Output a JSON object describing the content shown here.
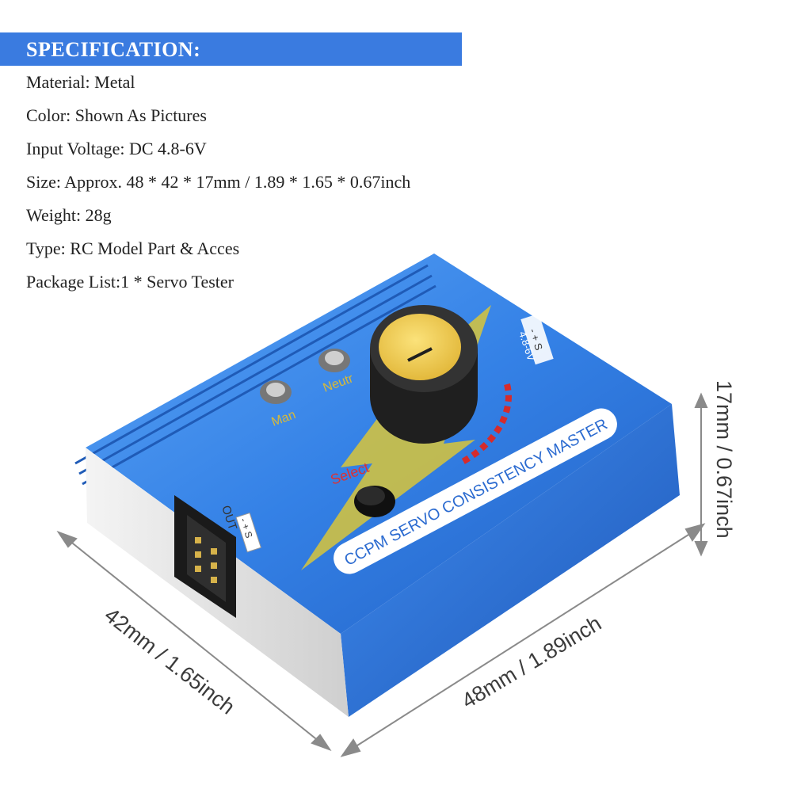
{
  "specification": {
    "heading": "SPECIFICATION:",
    "lines": [
      "Material: Metal",
      "Color: Shown As Pictures",
      "Input Voltage: DC 4.8-6V",
      "Size: Approx. 48 * 42 * 17mm / 1.89 * 1.65 * 0.67inch",
      "Weight: 28g",
      "Type: RC Model Part & Acces",
      "Package List:1 * Servo Tester"
    ]
  },
  "device": {
    "brand_label": "CCPM SERVO CONSISTENCY MASTER",
    "select_label": "Select",
    "led_man_label": "Man",
    "led_neutral_label": "Neutr",
    "port_label": "OUT",
    "power_label": "4.8-6V",
    "pin_marks": "- + S"
  },
  "dimensions": {
    "width_label": "48mm / 1.89inch",
    "depth_label": "42mm / 1.65inch",
    "height_label": "17mm / 0.67inch"
  },
  "colors": {
    "banner": "#3a7be0",
    "device_blue": "#2e73d6",
    "knob_cap": "#f2d35a"
  }
}
